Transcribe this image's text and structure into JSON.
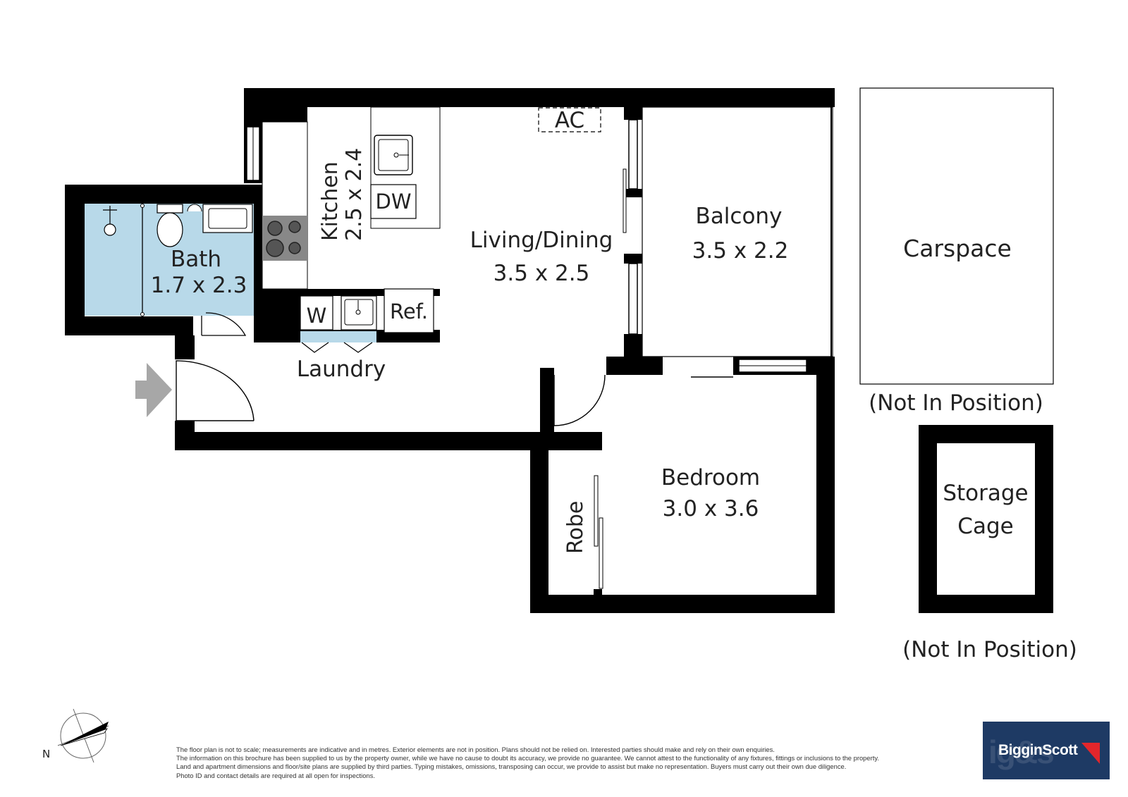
{
  "rooms": {
    "kitchen": {
      "name": "Kitchen",
      "dims": "2.5 x 2.4"
    },
    "living": {
      "name": "Living/Dining",
      "dims": "3.5 x 2.5"
    },
    "balcony": {
      "name": "Balcony",
      "dims": "3.5 x 2.2"
    },
    "bath": {
      "name": "Bath",
      "dims": "1.7 x 2.3"
    },
    "bedroom": {
      "name": "Bedroom",
      "dims": "3.0 x 3.6"
    },
    "laundry": {
      "name": "Laundry"
    },
    "robe": {
      "name": "Robe"
    },
    "carspace": {
      "name": "Carspace",
      "note": "(Not In Position)"
    },
    "storage": {
      "line1": "Storage",
      "line2": "Cage",
      "note": "(Not In Position)"
    }
  },
  "fixtures": {
    "ac": "AC",
    "dishwasher": "DW",
    "washer": "W",
    "fridge": "Ref."
  },
  "compass": {
    "label": "N"
  },
  "disclaimer": [
    "The floor plan is not to scale; measurements are indicative and in metres. Exterior elements are not in position. Plans should not be relied on. Interested parties should make and rely on their own enquiries.",
    "The information on this brochure has been supplied to us by the property owner, while we have no cause to doubt its accuracy, we provide no guarantee. We cannot attest to the functionality of any fixtures, fittings or inclusions to the property.",
    "Land and apartment dimensions and floor/site plans are supplied by third parties. Typing mistakes, omissions, transposing can occur, we provide to assist but make no representation. Buyers must carry out their own due diligence.",
    "Photo ID and contact details are required at all open for inspections."
  ],
  "brand": {
    "name": "BigginScott",
    "ghost": "ig&s"
  },
  "colors": {
    "wall": "#000000",
    "bath_fill": "#b8d9e9",
    "entry_arrow": "#a7a7a7",
    "brand_bg": "#1e3a64",
    "brand_accent": "#e3262b"
  }
}
